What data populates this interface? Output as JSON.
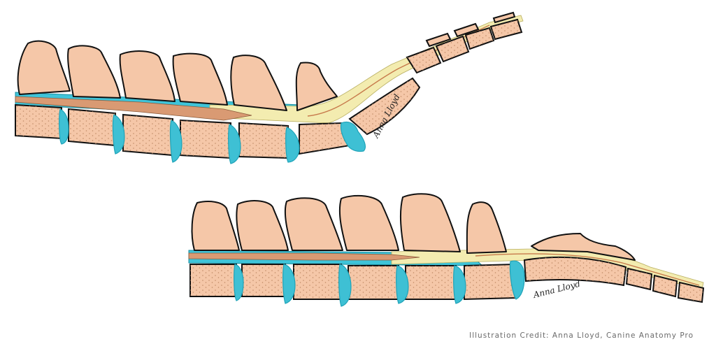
{
  "illustration": {
    "signature_top": "Anna Lloyd",
    "signature_bottom": "Anna Lloyd",
    "colors": {
      "bone": "#f5c7a8",
      "outline": "#111111",
      "disc": "#3ec0d4",
      "disc_dark": "#1fa3b8",
      "canal": "#3fc4d9",
      "cord": "#d99a73",
      "fat": "#f3ecb0",
      "nerve": "#c77a4c",
      "dots": "#c08a66"
    }
  },
  "credit": "Illustration Credit: Anna Lloyd, Canine Anatomy Pro"
}
